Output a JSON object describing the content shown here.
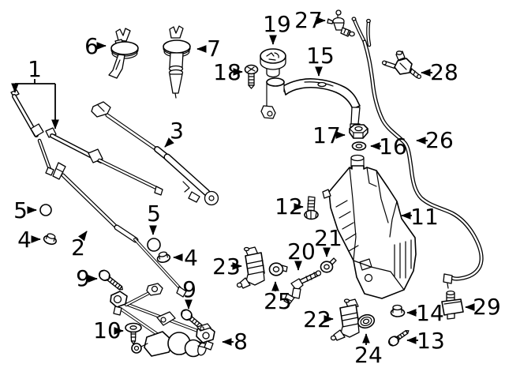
{
  "diagram": {
    "background_color": "#ffffff",
    "line_color": "#000000",
    "callouts": {
      "c1": "1",
      "c2": "2",
      "c3": "3",
      "c4a": "4",
      "c4b": "4",
      "c5a": "5",
      "c5b": "5",
      "c6": "6",
      "c7": "7",
      "c8": "8",
      "c9a": "9",
      "c9b": "9",
      "c10": "10",
      "c11": "11",
      "c12": "12",
      "c13": "13",
      "c14": "14",
      "c15": "15",
      "c16": "16",
      "c17": "17",
      "c18": "18",
      "c19": "19",
      "c20": "20",
      "c21": "21",
      "c22": "22",
      "c23": "23",
      "c24": "24",
      "c25": "25",
      "c26": "26",
      "c27": "27",
      "c28": "28",
      "c29": "29"
    },
    "parts": {
      "c1": "wiper-blade-pair",
      "c2": "wiper-arm",
      "c3": "wiper-arm",
      "c4": "nut",
      "c5": "grommet-ring",
      "c6": "washer-nozzle",
      "c7": "washer-nozzle",
      "c8": "wiper-linkage-motor",
      "c9": "bolt",
      "c10": "screw",
      "c11": "washer-reservoir",
      "c12": "bolt",
      "c13": "screw",
      "c14": "nut",
      "c15": "filler-neck",
      "c16": "washer-seal",
      "c17": "nut",
      "c18": "screw",
      "c19": "reservoir-cap",
      "c20": "hose-joint",
      "c21": "grommet",
      "c22": "washer-pump",
      "c23": "washer-pump",
      "c24": "grommet",
      "c25": "grommet",
      "c26": "washer-hose",
      "c27": "check-valve",
      "c28": "hose-connector",
      "c29": "level-sensor"
    }
  }
}
